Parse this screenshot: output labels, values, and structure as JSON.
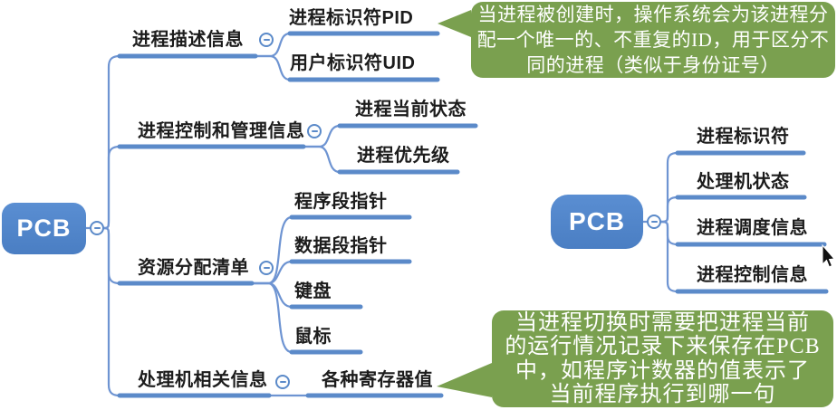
{
  "colors": {
    "underline_blue": "#5b8ac9",
    "connector_blue": "#6e94d2",
    "node_blue": "#4a7ec3",
    "callout_green": "#7aa04f",
    "text_dark": "#1c1c1c",
    "callout_text": "#ffffff"
  },
  "left_map": {
    "root_label": "PCB",
    "branches": [
      {
        "label": "进程描述信息",
        "children": [
          "进程标识符PID",
          "用户标识符UID"
        ]
      },
      {
        "label": "进程控制和管理信息",
        "children": [
          "进程当前状态",
          "进程优先级"
        ]
      },
      {
        "label": "资源分配清单",
        "children": [
          "程序段指针",
          "数据段指针",
          "键盘",
          "鼠标"
        ]
      },
      {
        "label": "处理机相关信息",
        "children": [
          "各种寄存器值"
        ]
      }
    ]
  },
  "right_map": {
    "root_label": "PCB",
    "children": [
      "进程标识符",
      "处理机状态",
      "进程调度信息",
      "进程控制信息"
    ]
  },
  "callouts": {
    "top": {
      "lines": [
        "当进程被创建时，操作系统会为该进程分",
        "配一个唯一的、不重复的ID，用于区分不",
        "同的进程（类似于身份证号）"
      ]
    },
    "bottom": {
      "lines": [
        "当进程切换时需要把进程当前",
        "的运行情况记录下来保存在PCB",
        "中，如程序计数器的值表示了",
        "当前程序执行到哪一句"
      ]
    }
  }
}
